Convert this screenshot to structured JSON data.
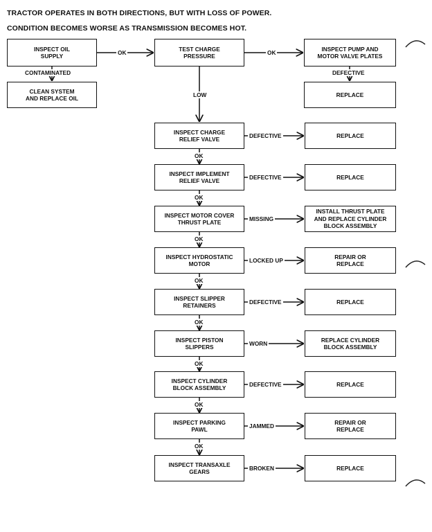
{
  "title": {
    "line1": "TRACTOR OPERATES IN BOTH DIRECTIONS, BUT WITH LOSS OF POWER.",
    "line2": "CONDITION BECOMES WORSE AS TRANSMISSION BECOMES HOT."
  },
  "top": {
    "oil_supply": "INSPECT OIL\nSUPPLY",
    "charge_pressure": "TEST CHARGE\nPRESSURE",
    "pump_plates": "INSPECT PUMP AND\nMOTOR VALVE PLATES",
    "clean_system": "CLEAN SYSTEM\nAND REPLACE OIL",
    "replace_top": "REPLACE",
    "label_ok1": "OK",
    "label_ok2": "OK",
    "label_contaminated": "CONTAMINATED",
    "label_defective_top": "DEFECTIVE",
    "label_low": "LOW"
  },
  "steps": [
    {
      "inspect": "INSPECT CHARGE\nRELIEF VALVE",
      "condition": "DEFECTIVE",
      "action": "REPLACE",
      "next": "OK"
    },
    {
      "inspect": "INSPECT IMPLEMENT\nRELIEF VALVE",
      "condition": "DEFECTIVE",
      "action": "REPLACE",
      "next": "OK"
    },
    {
      "inspect": "INSPECT MOTOR COVER\nTHRUST PLATE",
      "condition": "MISSING",
      "action": "INSTALL THRUST PLATE\nAND REPLACE CYLINDER\nBLOCK ASSEMBLY",
      "next": "OK"
    },
    {
      "inspect": "INSPECT HYDROSTATIC\nMOTOR",
      "condition": "LOCKED UP",
      "action": "REPAIR OR\nREPLACE",
      "next": "OK"
    },
    {
      "inspect": "INSPECT SLIPPER\nRETAINERS",
      "condition": "DEFECTIVE",
      "action": "REPLACE",
      "next": "OK"
    },
    {
      "inspect": "INSPECT PISTON\nSLIPPERS",
      "condition": "WORN",
      "action": "REPLACE CYLINDER\nBLOCK ASSEMBLY",
      "next": "OK"
    },
    {
      "inspect": "INSPECT CYLINDER\nBLOCK ASSEMBLY",
      "condition": "DEFECTIVE",
      "action": "REPLACE",
      "next": "OK"
    },
    {
      "inspect": "INSPECT PARKING\nPAWL",
      "condition": "JAMMED",
      "action": "REPAIR OR\nREPLACE",
      "next": "OK"
    },
    {
      "inspect": "INSPECT TRANSAXLE\nGEARS",
      "condition": "BROKEN",
      "action": "REPLACE",
      "next": ""
    }
  ]
}
